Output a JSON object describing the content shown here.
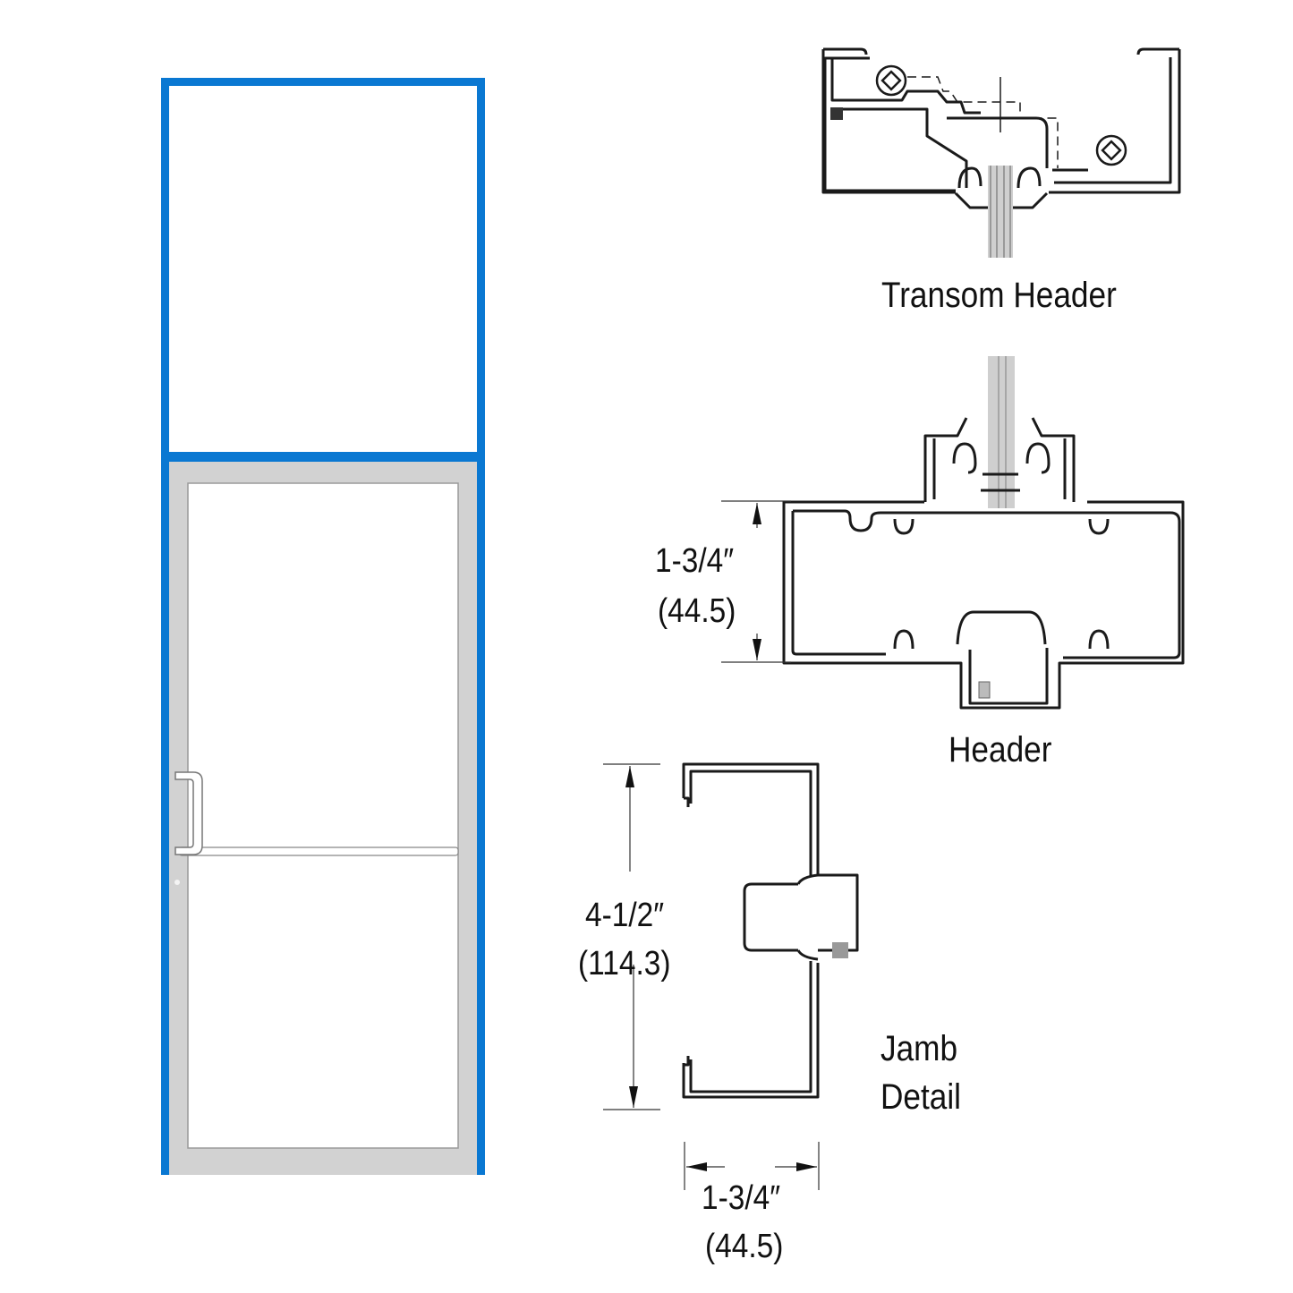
{
  "elevation": {
    "frame_color": "#0a78d2",
    "door_color": "#d3d3d3",
    "glass_color": "#ffffff",
    "parts": [
      "transom",
      "door",
      "push-pull-handle",
      "push-bar"
    ]
  },
  "details": {
    "transom_header": {
      "label": "Transom Header"
    },
    "header": {
      "label": "Header",
      "dimension_imperial": "1-3/4″",
      "dimension_metric": "(44.5)"
    },
    "jamb": {
      "label_line1": "Jamb",
      "label_line2": "Detail",
      "height_imperial": "4-1/2″",
      "height_metric": "(114.3)",
      "width_imperial": "1-3/4″",
      "width_metric": "(44.5)"
    }
  },
  "colors": {
    "line": "#1a1a1a",
    "glass_section": "#c8c8c8"
  }
}
